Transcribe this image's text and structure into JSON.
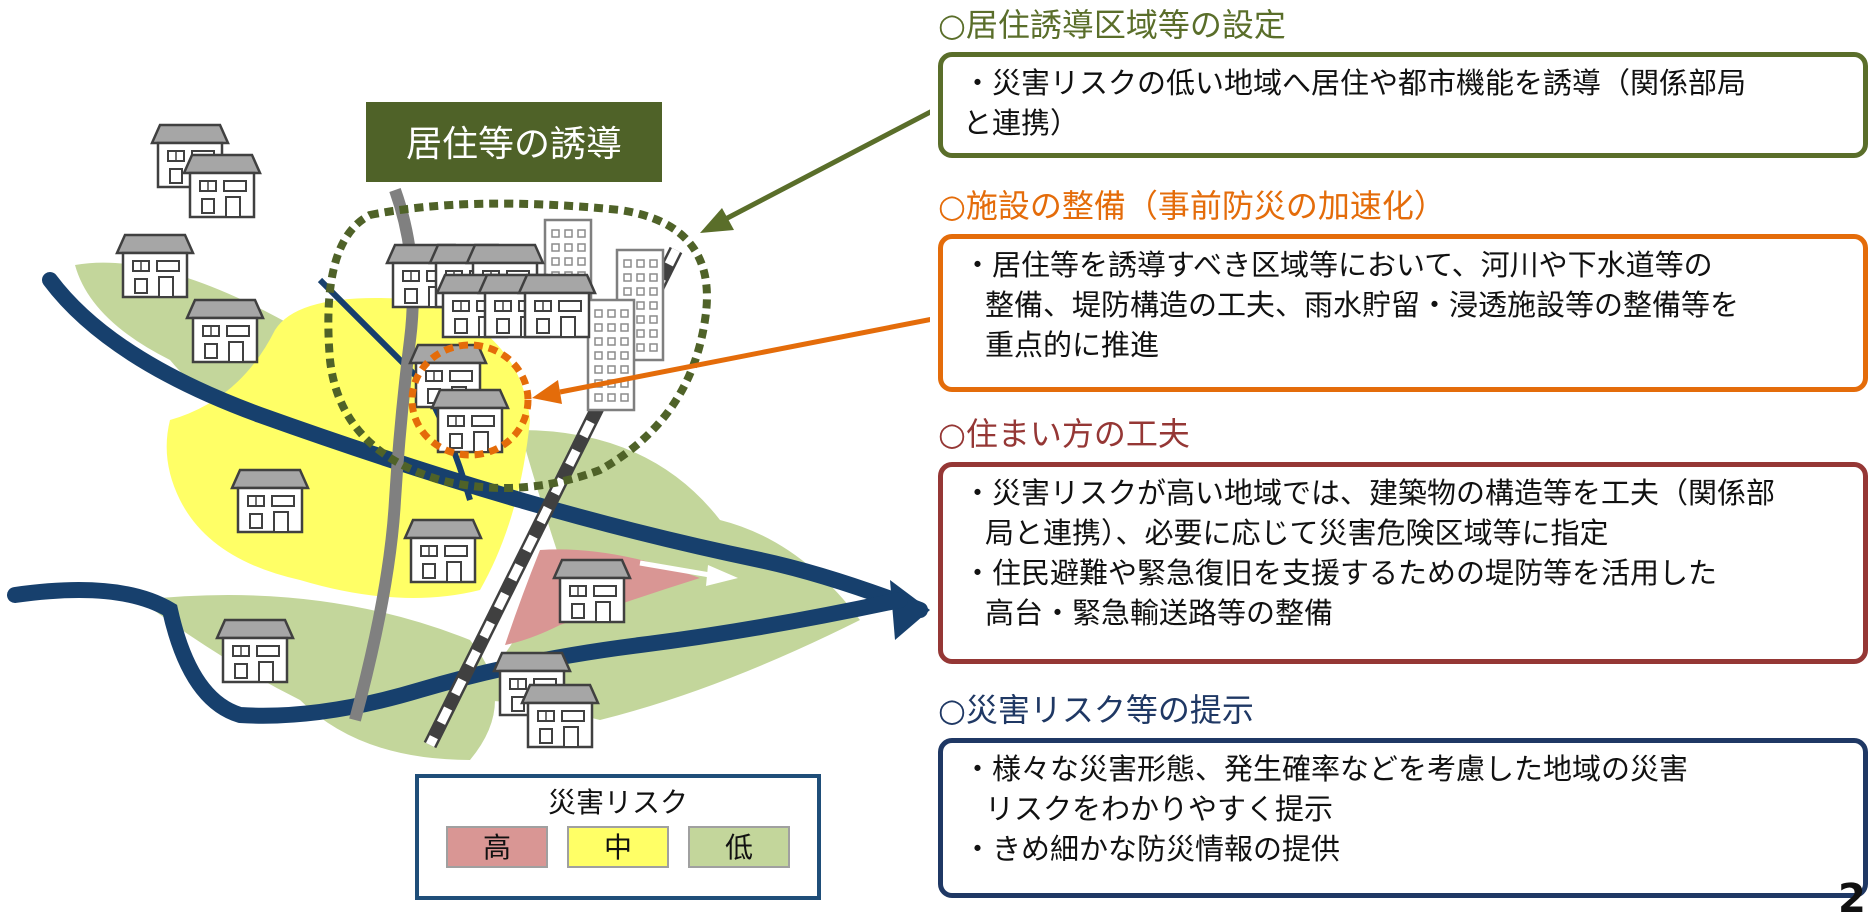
{
  "colors": {
    "green": "#5A6E2A",
    "orange": "#E46C0A",
    "red": "#953735",
    "blue": "#1F3864",
    "risk_high": "#D99694",
    "risk_mid": "#FFFF66",
    "risk_low": "#C3D69B",
    "river": "#17406D"
  },
  "map": {
    "banner": "居住等の誘導",
    "legend": {
      "title": "災害リスク",
      "high": "高",
      "mid": "中",
      "low": "低"
    }
  },
  "sections": [
    {
      "title": "○居住誘導区域等の設定",
      "lines": [
        "・災害リスクの低い地域へ居住や都市機能を誘導（関係部局",
        "と連携）"
      ]
    },
    {
      "title": "○施設の整備（事前防災の加速化）",
      "lines": [
        "・居住等を誘導すべき区域等において、河川や下水道等の",
        "整備、堤防構造の工夫、雨水貯留・浸透施設等の整備等を",
        "重点的に推進"
      ]
    },
    {
      "title": "○住まい方の工夫",
      "lines": [
        "・災害リスクが高い地域では、建築物の構造等を工夫（関係部",
        "局と連携）、必要に応じて災害危険区域等に指定",
        "・住民避難や緊急復旧を支援するための堤防等を活用した",
        "高台・緊急輸送路等の整備"
      ]
    },
    {
      "title": "○災害リスク等の提示",
      "lines": [
        "・様々な災害形態、発生確率などを考慮した地域の災害",
        "リスクをわかりやすく提示",
        "・きめ細かな防災情報の提供"
      ]
    }
  ],
  "page_number": "2"
}
